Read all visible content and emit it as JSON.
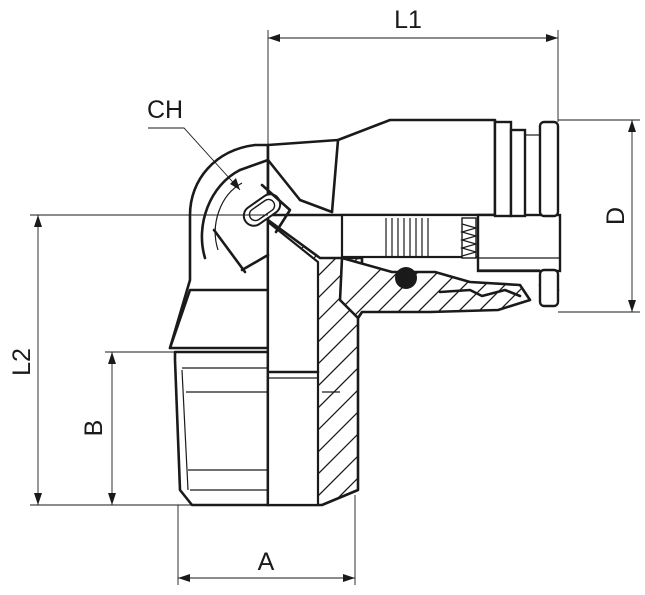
{
  "labels": {
    "l1": "L1",
    "l2": "L2",
    "d": "D",
    "ch": "CH",
    "a": "A",
    "b": "B"
  },
  "colors": {
    "ink": "#1a1a1a",
    "background": "#ffffff"
  }
}
